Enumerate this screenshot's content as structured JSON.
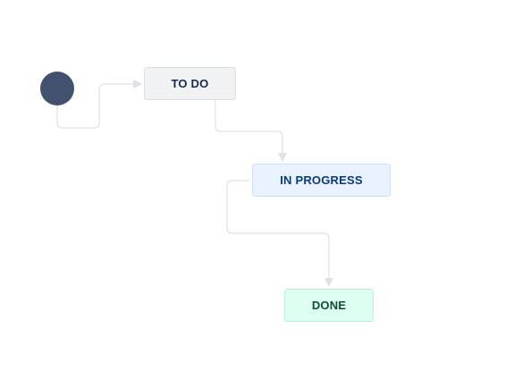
{
  "colors": {
    "start_node": "#42526e",
    "connector": "#dfe1e6",
    "todo_bg": "#f1f2f4",
    "todo_border": "#dcdfe4",
    "todo_text": "#172b4d",
    "inprogress_bg": "#e9f2ff",
    "inprogress_border": "#cce0ff",
    "inprogress_text": "#0c3a78",
    "done_bg": "#dcfff1",
    "done_border": "#baf3db",
    "done_text": "#164b35"
  },
  "workflow": {
    "statuses": [
      {
        "id": "todo",
        "label": "TO DO",
        "category": "todo"
      },
      {
        "id": "inprogress",
        "label": "IN PROGRESS",
        "category": "inprogress"
      },
      {
        "id": "done",
        "label": "DONE",
        "category": "done"
      }
    ],
    "transitions": [
      {
        "from": "start",
        "to": "todo"
      },
      {
        "from": "todo",
        "to": "inprogress"
      },
      {
        "from": "inprogress",
        "to": "done"
      }
    ]
  }
}
